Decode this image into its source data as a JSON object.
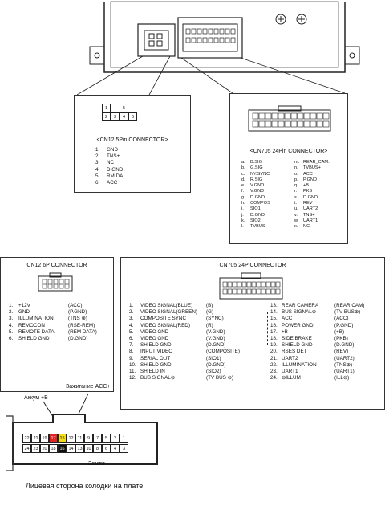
{
  "top_left_box": {
    "pin_labels_top": [
      "1",
      "5"
    ],
    "pin_labels_bottom": [
      "2",
      "3",
      "4",
      "6"
    ],
    "title": "<CN12 5Pin CONNECTOR>",
    "items": [
      {
        "n": "1.",
        "name": "GND"
      },
      {
        "n": "2.",
        "name": "TNS+"
      },
      {
        "n": "3.",
        "name": "NC"
      },
      {
        "n": "4.",
        "name": "D.GND"
      },
      {
        "n": "5.",
        "name": "RM.DA"
      },
      {
        "n": "6.",
        "name": "ACC"
      }
    ]
  },
  "top_right_box": {
    "title": "<CN705  24Pin  CONNECTOR>",
    "left_items": [
      {
        "k": "a.",
        "v": "B.SIG"
      },
      {
        "k": "b.",
        "v": "G.SIG"
      },
      {
        "k": "c.",
        "v": "NY.SYNC"
      },
      {
        "k": "d.",
        "v": "R.SIG"
      },
      {
        "k": "e.",
        "v": "V.GND"
      },
      {
        "k": "f.",
        "v": "V.GND"
      },
      {
        "k": "g.",
        "v": "D.GND"
      },
      {
        "k": "h.",
        "v": "COMPOS"
      },
      {
        "k": "i.",
        "v": "SIO1"
      },
      {
        "k": "j.",
        "v": "D.GND"
      },
      {
        "k": "k.",
        "v": "SIO2"
      },
      {
        "k": "l.",
        "v": "TVBUS-"
      }
    ],
    "right_items": [
      {
        "k": "m.",
        "v": "REAR_CAM."
      },
      {
        "k": "n.",
        "v": "TVBUS+"
      },
      {
        "k": "o.",
        "v": "ACC"
      },
      {
        "k": "p.",
        "v": "P.GND"
      },
      {
        "k": "q.",
        "v": "+B"
      },
      {
        "k": "r.",
        "v": "PKB"
      },
      {
        "k": "s.",
        "v": "D.GND"
      },
      {
        "k": "t.",
        "v": "REV"
      },
      {
        "k": "u.",
        "v": "UART2"
      },
      {
        "k": "v.",
        "v": "TNS+"
      },
      {
        "k": "w.",
        "v": "UART1"
      },
      {
        "k": "x.",
        "v": "NC"
      }
    ]
  },
  "bottom_left_box": {
    "title": "CN12  6P CONNECTOR",
    "items": [
      {
        "n": "1.",
        "name": "+12V",
        "code": "(ACC)"
      },
      {
        "n": "2.",
        "name": "GND",
        "code": "(P.GND)"
      },
      {
        "n": "3.",
        "name": "ILLUMINATION",
        "code": "(TNS ⊕)"
      },
      {
        "n": "4.",
        "name": "REMOCON",
        "code": "(RSE-REM)"
      },
      {
        "n": "5.",
        "name": "REMOTE DATA",
        "code": "(REM DATA)"
      },
      {
        "n": "6.",
        "name": "SHIELD GND",
        "code": "(D.GND)"
      }
    ]
  },
  "bottom_right_box": {
    "title": "CN705  24P CONNECTOR",
    "left_items": [
      {
        "n": "1.",
        "name": "VIDEO SIGNAL(BLUE)",
        "code": "(B)"
      },
      {
        "n": "2.",
        "name": "VIDEO SIGNAL(GREEN)",
        "code": "(G)"
      },
      {
        "n": "3.",
        "name": "COMPOSITE SYNC",
        "code": "(SYNC)"
      },
      {
        "n": "4.",
        "name": "VIDEO SIGNAL(RED)",
        "code": "(R)"
      },
      {
        "n": "5.",
        "name": "VIDEO GND",
        "code": "(V.GND)"
      },
      {
        "n": "6.",
        "name": "VIDEO GND",
        "code": "(V.GND)"
      },
      {
        "n": "7.",
        "name": "SHIELD GND",
        "code": "(D.GND)"
      },
      {
        "n": "8.",
        "name": "INPUT VIDEO",
        "code": "(COMPOSITE)"
      },
      {
        "n": "9.",
        "name": "SERIAL OUT",
        "code": "(SIO1)"
      },
      {
        "n": "10.",
        "name": "SHIELD GND",
        "code": "(D.GND)"
      },
      {
        "n": "11.",
        "name": "SHIELD IN",
        "code": "(SIO2)"
      },
      {
        "n": "12.",
        "name": "BUS SIGNAL⊖",
        "code": "(TV BUS ⊖)"
      }
    ],
    "right_items": [
      {
        "n": "13.",
        "name": "REAR CAMERA",
        "code": "(REAR CAM)"
      },
      {
        "n": "14.",
        "name": "BUS SIGNAL⊕",
        "code": "(TV BUS⊕)"
      },
      {
        "n": "15.",
        "name": "ACC",
        "code": "(ACC)"
      },
      {
        "n": "16.",
        "name": "POWER GND",
        "code": "(P.GND)"
      },
      {
        "n": "17.",
        "name": "+B",
        "code": "(+B)"
      },
      {
        "n": "18.",
        "name": "SIDE BRAKE",
        "code": "(PKB)"
      },
      {
        "n": "19.",
        "name": "SHIELD GND",
        "code": "(D.GND)"
      },
      {
        "n": "20.",
        "name": "RSES DET",
        "code": "(REV)"
      },
      {
        "n": "21.",
        "name": "UART2",
        "code": "(UART2)"
      },
      {
        "n": "22.",
        "name": "ILLUMINATION",
        "code": "(TNS⊕)"
      },
      {
        "n": "23.",
        "name": "UART1",
        "code": "(UART1)"
      },
      {
        "n": "24.",
        "name": "⊖ILLUM",
        "code": "(ILL⊖)"
      }
    ]
  },
  "plug": {
    "row1": [
      "22",
      "21",
      "19",
      "17",
      "15",
      "12",
      "11",
      "9",
      "7",
      "5",
      "2",
      "1"
    ],
    "row2": [
      "24",
      "23",
      "20",
      "18",
      "16",
      "14",
      "13",
      "10",
      "8",
      "6",
      "4",
      "3"
    ],
    "highlight": {
      "17": "red",
      "15": "yellow",
      "16": "black"
    },
    "labels": {
      "battery": "Аккум +B",
      "ignition": "Зажигание ACC+",
      "ground": "Земля"
    },
    "caption": "Лицевая сторона колодки на плате"
  },
  "colors": {
    "red": "#e32222",
    "yellow": "#f5dd1a",
    "black": "#111111"
  }
}
